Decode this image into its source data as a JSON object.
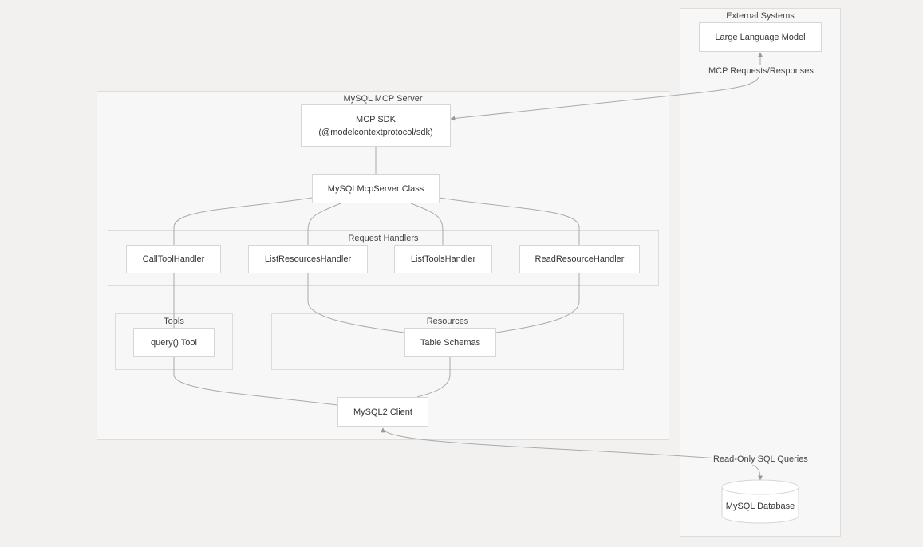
{
  "groups": {
    "external": "External Systems",
    "server": "MySQL MCP Server",
    "handlers": "Request Handlers",
    "tools": "Tools",
    "resources": "Resources"
  },
  "nodes": {
    "llm": "Large Language Model",
    "sdk_line1": "MCP SDK",
    "sdk_line2": "(@modelcontextprotocol/sdk)",
    "server_class": "MySQLMcpServer Class",
    "call_tool": "CallToolHandler",
    "list_resources": "ListResourcesHandler",
    "list_tools": "ListToolsHandler",
    "read_resource": "ReadResourceHandler",
    "query_tool": "query() Tool",
    "table_schemas": "Table Schemas",
    "mysql2_client": "MySQL2 Client",
    "database": "MySQL Database"
  },
  "edge_labels": {
    "mcp": "MCP Requests/Responses",
    "sql": "Read-Only SQL Queries"
  },
  "colors": {
    "background": "#f2f1f0",
    "group_fill": "#f7f7f7",
    "node_fill": "#ffffff",
    "border": "#d6d6d6",
    "edge": "#999999"
  }
}
